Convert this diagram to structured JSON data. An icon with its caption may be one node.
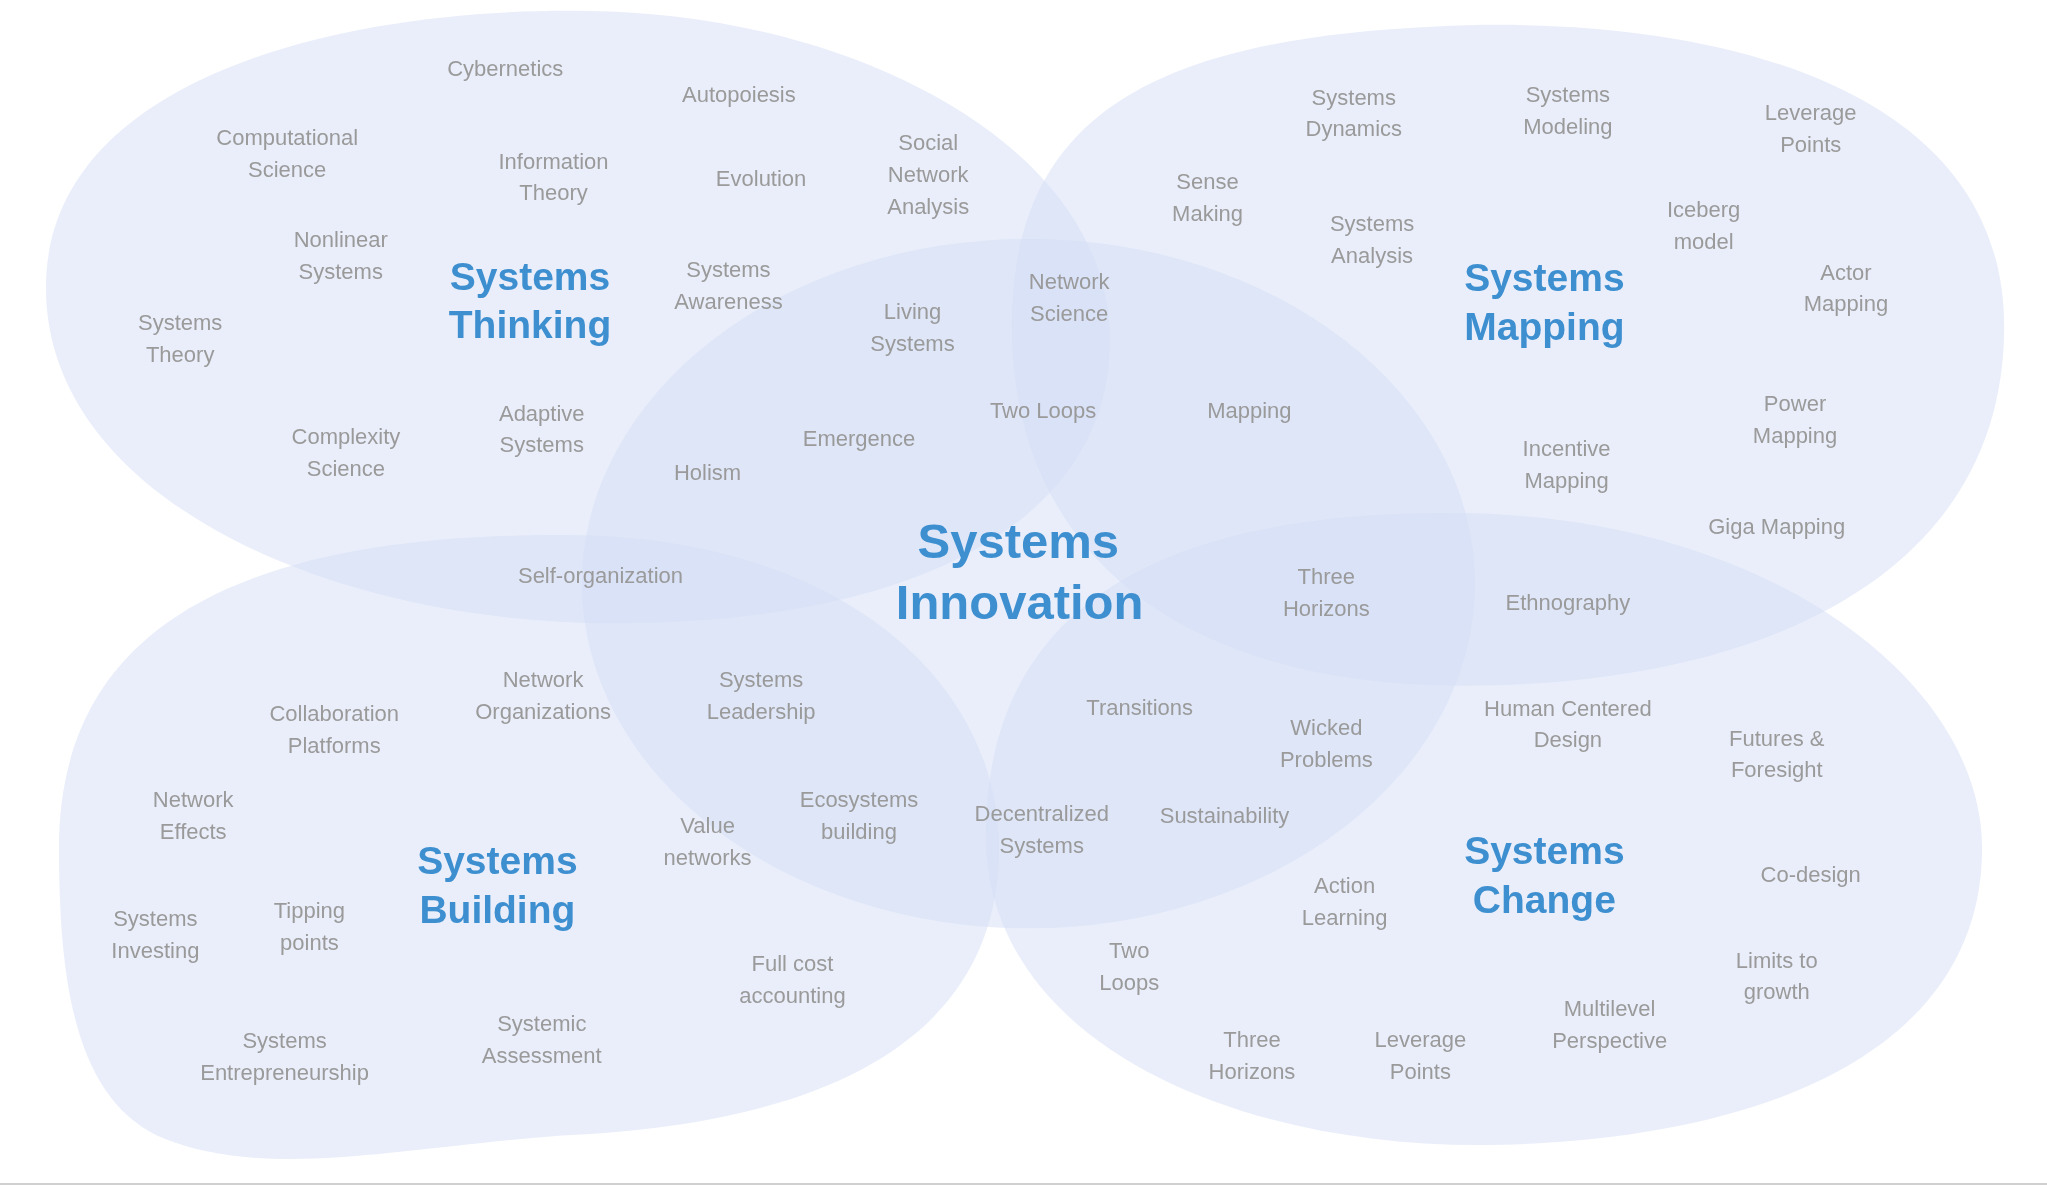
{
  "diagram": {
    "nodes": [
      {
        "text": [
          "Systems Thinking"
        ]
      },
      {
        "text": [
          "Systems Mapping"
        ]
      },
      {
        "text": [
          "Systems Innovation"
        ]
      },
      {
        "text": [
          "Systems Building"
        ]
      },
      {
        "text": [
          "Systems Change"
        ]
      }
    ],
    "labels": [
      "Cybernetics",
      "Autopoiesis",
      "Systems Modeling",
      "Systems Dynamics",
      "Leverage Points",
      "Computational Science",
      "Information Theory",
      "Evolution",
      "Social Network Analysis",
      "Sense Making",
      "Iceberg model",
      "Systems Analysis",
      "Nonlinear Systems",
      "Systems Awareness",
      "Actor Mapping",
      "Network Science",
      "Living Systems",
      "Systems Theory",
      "Two Loops",
      "Mapping",
      "Power Mapping",
      "Adaptive Systems",
      "Emergence",
      "Complexity Science",
      "Incentive Mapping",
      "Holism",
      "Giga Mapping",
      "Self-organization",
      "Three Horizons",
      "Ethnography",
      "Network Organizations",
      "Systems Leadership",
      "Transitions",
      "Human Centered Design",
      "Collaboration Platforms",
      "Wicked Problems",
      "Futures & Foresight",
      "Network Effects",
      "Ecosystems building",
      "Sustainability",
      "Decentralized Systems",
      "Value networks",
      "Co-design",
      "Action Learning",
      "Tipping points",
      "Systems Investing",
      "Two Loops",
      "Full cost accounting",
      "Limits to growth",
      "Multilevel Perspective",
      "Systemic Assessment",
      "Systems Entrepreneurship",
      "Three Horizons",
      "Leverage Points"
    ]
  }
}
